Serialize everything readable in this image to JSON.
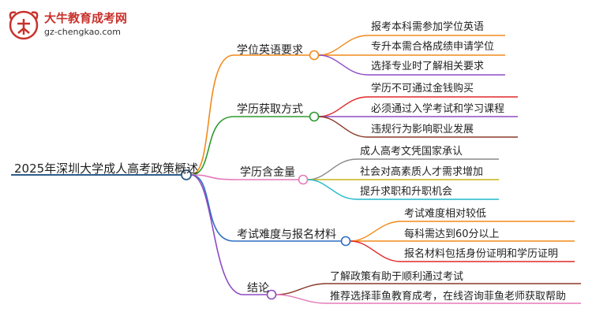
{
  "logo": {
    "name": "大牛教育成考网",
    "url": "gz-chengkao.com"
  },
  "root": {
    "label": "2025年深圳大学成人高考政策概述",
    "color": "#2f5d8a"
  },
  "branches": [
    {
      "label": "学位英语要求",
      "color": "#f28a1a",
      "children": [
        {
          "label": "报考本科需参加学位英语",
          "color": "#f28a1a"
        },
        {
          "label": "专升本需合格成绩申请学位",
          "color": "#f28a1a"
        },
        {
          "label": "选择专业时了解相关要求",
          "color": "#8e4bc4"
        }
      ]
    },
    {
      "label": "学历获取方式",
      "color": "#2e9a2e",
      "children": [
        {
          "label": "学历不可通过金钱购买",
          "color": "#e0292a"
        },
        {
          "label": "必须通过入学考试和学习课程",
          "color": "#8e4bc4"
        },
        {
          "label": "违规行为影响职业发展",
          "color": "#8b3a2a"
        }
      ]
    },
    {
      "label": "学历含金量",
      "color": "#e57ab8",
      "children": [
        {
          "label": "成人高考文凭国家承认",
          "color": "#8a8a8a"
        },
        {
          "label": "社会对高素质人才需求增加",
          "color": "#c7b21a"
        },
        {
          "label": "提升求职和升职机会",
          "color": "#22b8c8"
        }
      ]
    },
    {
      "label": "考试难度与报名材料",
      "color": "#2f6fc4",
      "children": [
        {
          "label": "考试难度相对较低",
          "color": "#f28a1a"
        },
        {
          "label": "每科需达到60分以上",
          "color": "#f28a1a"
        },
        {
          "label": "报名材料包括身份证明和学历证明",
          "color": "#e0292a"
        }
      ]
    },
    {
      "label": "结论",
      "color": "#8e4bc4",
      "children": [
        {
          "label": "了解政策有助于顺利通过考试",
          "color": "#8b3a2a"
        },
        {
          "label": "推荐选择菲鱼教育成考，在线咨询菲鱼老师获取帮助",
          "color": "#e57ab8"
        }
      ]
    }
  ]
}
